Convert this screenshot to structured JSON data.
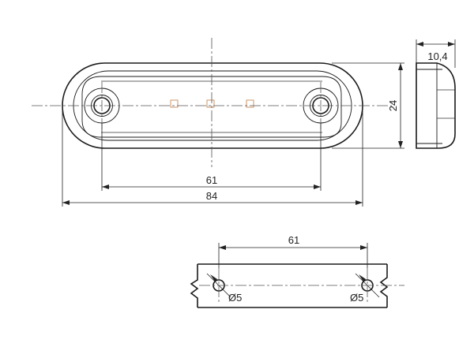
{
  "dimensions": {
    "length_total": "84",
    "hole_spacing": "61",
    "height": "24",
    "depth": "10,4",
    "mount_hole_spacing": "61",
    "hole_left": "Ø5",
    "hole_right": "Ø5"
  },
  "colors": {
    "line": "#1a1a1a",
    "led_marker": "#c98a5a"
  }
}
